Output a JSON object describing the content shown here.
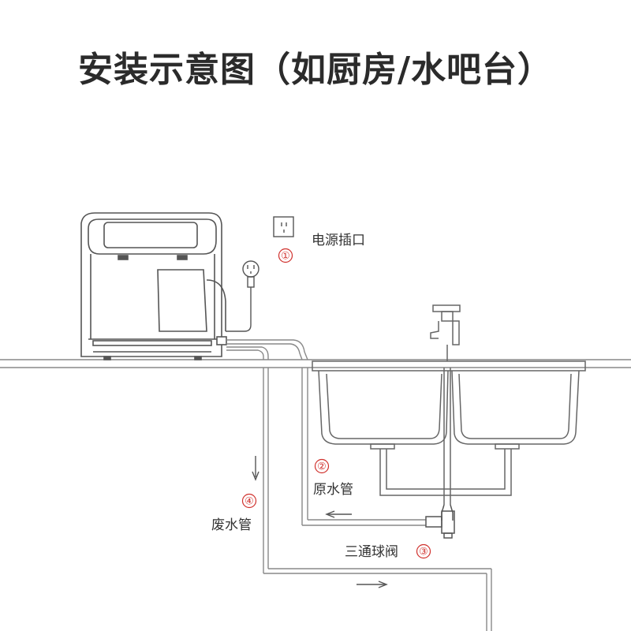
{
  "title": "安装示意图（如厨房/水吧台）",
  "colors": {
    "line": "#888888",
    "dark": "#555555",
    "accent": "#d0312d",
    "text": "#333333"
  },
  "labels": [
    {
      "num": "①",
      "text": "电源插口"
    },
    {
      "num": "②",
      "text": "原水管"
    },
    {
      "num": "③",
      "text": "三通球阀"
    },
    {
      "num": "④",
      "text": "废水管"
    }
  ]
}
